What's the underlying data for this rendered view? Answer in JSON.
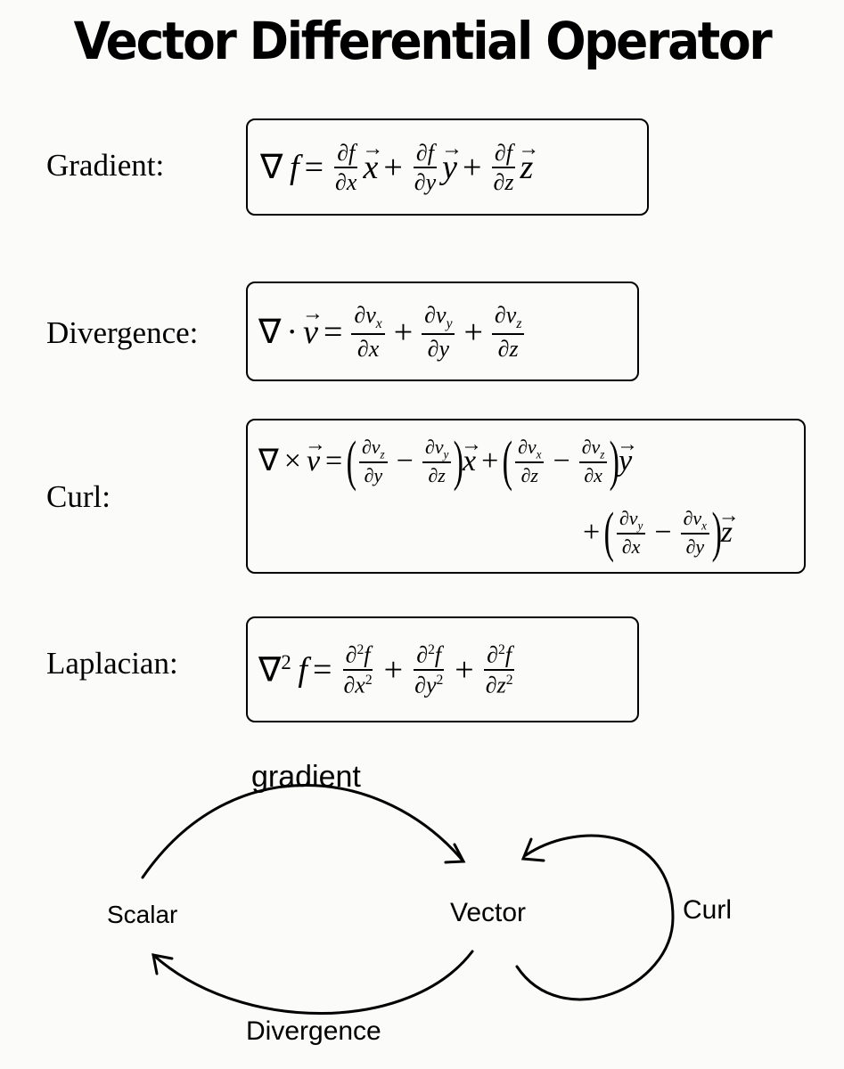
{
  "title": "Vector Differential Operator",
  "labels": {
    "gradient": "Gradient:",
    "divergence": "Divergence:",
    "curl": "Curl:",
    "laplacian": "Laplacian:"
  },
  "diagram": {
    "scalar": "Scalar",
    "vector": "Vector",
    "gradient": "gradient",
    "divergence": "Divergence",
    "curl": "Curl"
  }
}
